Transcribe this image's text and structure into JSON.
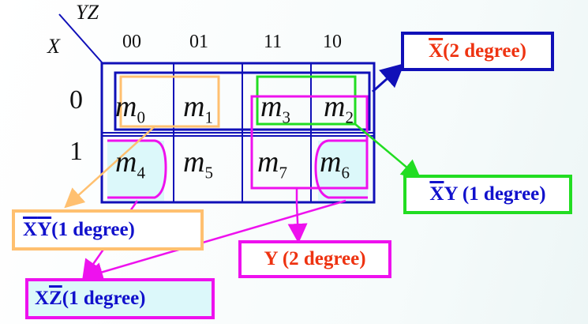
{
  "kmap": {
    "row_var": "X",
    "col_var": "YZ",
    "col_headers": [
      "00",
      "01",
      "11",
      "10"
    ],
    "row_headers": [
      "0",
      "1"
    ],
    "cells": [
      [
        "m",
        "0",
        "m",
        "1",
        "m",
        "3",
        "m",
        "2"
      ],
      [
        "m",
        "4",
        "m",
        "5",
        "m",
        "7",
        "m",
        "6"
      ]
    ]
  },
  "labels": {
    "xbar": {
      "bar": "X",
      "rest": " (2 degree)"
    },
    "xbar_y": {
      "bar": "X",
      "rest": "Y (1 degree)"
    },
    "xbar_ybar": {
      "bar1": "X",
      "bar2": "Y",
      "rest": " (1 degree)"
    },
    "y": {
      "text": "Y (2 degree)"
    },
    "x_zbar": {
      "pre": "X",
      "bar": "Z",
      "rest": " (1 degree)"
    }
  },
  "colors": {
    "grid": "#1010b8",
    "blue_text": "#1111cc",
    "orange_text": "#ee3311",
    "orange": "#ffc070",
    "green": "#22dd22",
    "magenta": "#ee11ee",
    "cell_fill": "#dcf8fa",
    "label_fill": "#ffffff"
  }
}
